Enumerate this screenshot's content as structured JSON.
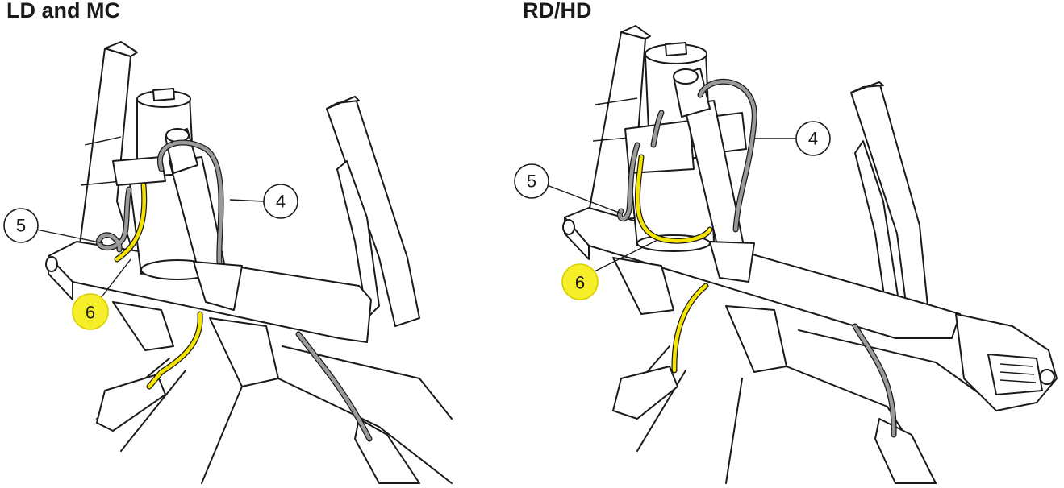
{
  "panels": [
    {
      "title": "LD and MC",
      "callouts": [
        {
          "label": "4",
          "highlighted": false
        },
        {
          "label": "5",
          "highlighted": false
        },
        {
          "label": "6",
          "highlighted": true
        }
      ]
    },
    {
      "title": "RD/HD",
      "callouts": [
        {
          "label": "4",
          "highlighted": false
        },
        {
          "label": "5",
          "highlighted": false
        },
        {
          "label": "6",
          "highlighted": true
        }
      ]
    }
  ],
  "colors": {
    "highlight_hose": "#f5e400",
    "highlight_callout": "#f7ee2a",
    "standard_hose": "#9a9a9a",
    "line_art": "#1a1a1a"
  }
}
